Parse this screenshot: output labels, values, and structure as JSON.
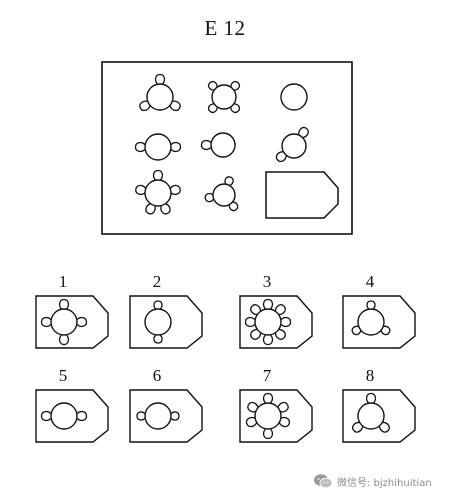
{
  "title": "E 12",
  "options": [
    {
      "label": "1"
    },
    {
      "label": "2"
    },
    {
      "label": "3"
    },
    {
      "label": "4"
    },
    {
      "label": "5"
    },
    {
      "label": "6"
    },
    {
      "label": "7"
    },
    {
      "label": "8"
    }
  ],
  "watermark": {
    "text": "微信号: bjzhihuitian",
    "icon": "wechat-icon"
  },
  "colors": {
    "ink": "#111111",
    "watermark": "#8a8a8a",
    "background": "#ffffff"
  }
}
